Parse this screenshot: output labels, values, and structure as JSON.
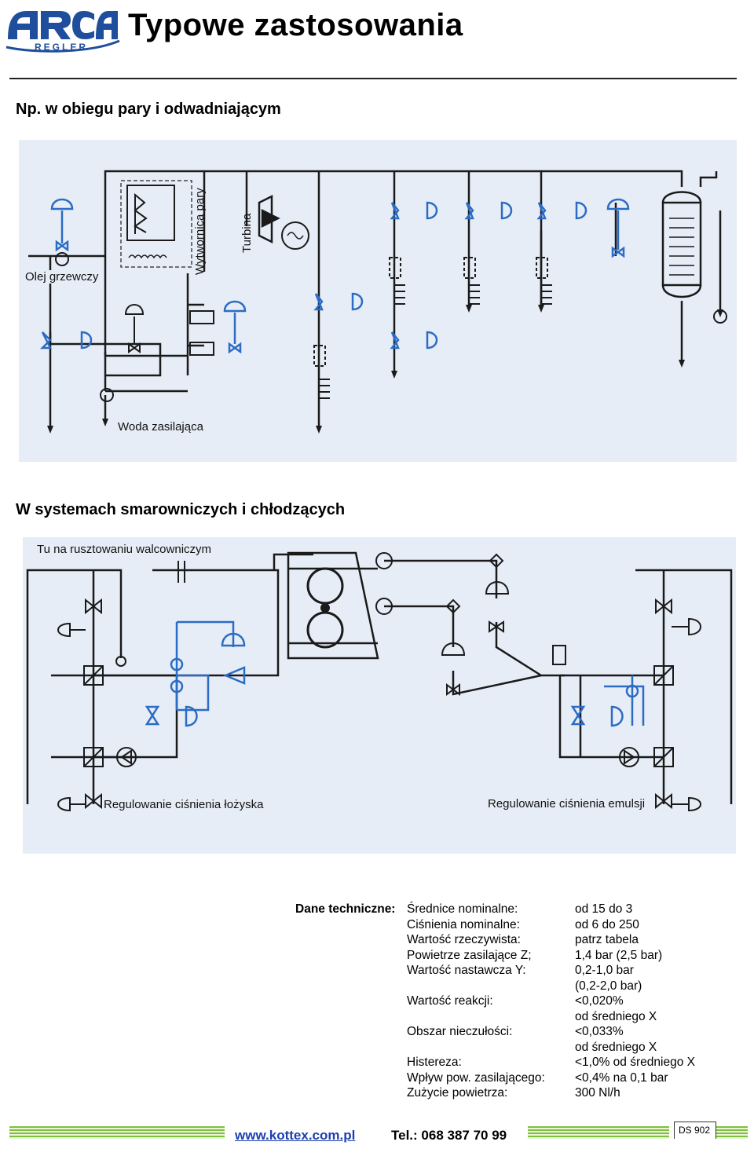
{
  "header": {
    "logo_text": "ARCA",
    "logo_subtext": "REGLER",
    "title": "Typowe zastosowania"
  },
  "section1": {
    "heading": "Np. w obiegu pary i odwadniającym",
    "labels": {
      "oil": "Olej grzewczy",
      "steam_generator": "Wytwornica pary",
      "turbine": "Turbina",
      "feed_water": "Woda zasilająca"
    }
  },
  "section2": {
    "heading": "W systemach smarowniczych i chłodzących",
    "labels": {
      "scaffold": "Tu na rusztowaniu walcowniczym",
      "bearing": "Regulowanie ciśnienia łożyska",
      "emulsion": "Regulowanie ciśnienia emulsji"
    }
  },
  "tech": {
    "label": "Dane techniczne:",
    "rows": [
      {
        "key": "Średnice nominalne:",
        "value": "od 15 do 3"
      },
      {
        "key": "Ciśnienia nominalne:",
        "value": "od 6 do 250"
      },
      {
        "key": "Wartość rzeczywista:",
        "value": "patrz tabela"
      },
      {
        "key": "Powietrze zasilające Z;",
        "value": "1,4 bar (2,5 bar)"
      },
      {
        "key": "Wartość nastawcza Y:",
        "value": "0,2-1,0 bar"
      },
      {
        "key": "",
        "value": "(0,2-2,0 bar)"
      },
      {
        "key": "Wartość reakcji:",
        "value": "<0,020%"
      },
      {
        "key": "",
        "value": "od średniego X"
      },
      {
        "key": "Obszar nieczułości:",
        "value": "<0,033%"
      },
      {
        "key": "",
        "value": "od średniego X"
      },
      {
        "key": "Histereza:",
        "value": "<1,0% od średniego X"
      },
      {
        "key": "Wpływ pow. zasilającego:",
        "value": "<0,4% na 0,1 bar"
      },
      {
        "key": "Zużycie powietrza:",
        "value": "300 Nl/h"
      }
    ]
  },
  "footer": {
    "website": "www.kottex.com.pl",
    "phone": "Tel.: 068 387 70 99",
    "doc_code": "DS 902"
  },
  "colors": {
    "logo_blue": "#1f4e9c",
    "diagram_bg": "#e7edf6",
    "pipe_blue": "#2b6cc4",
    "line_dark": "#1a1a1a",
    "stripe_green": "#7fbf3f",
    "link_blue": "#1d3fb0"
  }
}
